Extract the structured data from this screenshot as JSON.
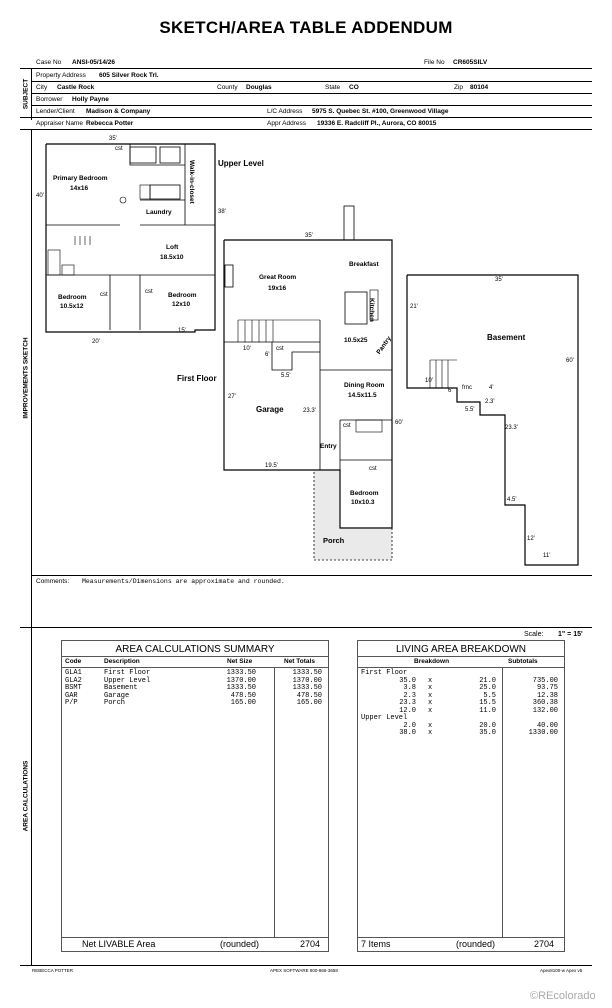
{
  "title": "SKETCH/AREA TABLE ADDENDUM",
  "header": {
    "case_no_label": "Case No",
    "case_no": "ANSI-05/14/26",
    "file_no_label": "File No",
    "file_no": "CR605SILV",
    "property_address_label": "Property Address",
    "property_address": "605 Silver Rock Trl.",
    "city_label": "City",
    "city": "Castle Rock",
    "county_label": "County",
    "county": "Douglas",
    "state_label": "State",
    "state": "CO",
    "zip_label": "Zip",
    "zip": "80104",
    "borrower_label": "Borrower",
    "borrower": "Holly Payne",
    "lender_label": "Lender/Client",
    "lender": "Madison & Company",
    "lc_address_label": "L/C Address",
    "lc_address": "5975 S. Quebec St. #100, Greenwood Village",
    "appraiser_label": "Appraiser Name",
    "appraiser": "Rebecca Potter",
    "appr_address_label": "Appr Address",
    "appr_address": "19336 E. Radcliff Pl., Aurora, CO 80015"
  },
  "sidebar": {
    "subject": "SUBJECT",
    "sketch": "IMPROVEMENTS SKETCH",
    "area": "AREA CALCULATIONS"
  },
  "sketch": {
    "upper_level_label": "Upper Level",
    "first_floor_label": "First Floor",
    "rooms": {
      "primary_bedroom": "Primary Bedroom",
      "primary_bedroom_size": "14x16",
      "walk_in_closet": "Walk-in-closet",
      "laundry": "Laundry",
      "loft": "Loft",
      "loft_size": "18.5x10",
      "bedroom_a": "Bedroom",
      "bedroom_a_size": "10.5x12",
      "bedroom_b": "Bedroom",
      "bedroom_b_size": "12x10",
      "great_room": "Great Room",
      "great_room_size": "19x16",
      "breakfast": "Breakfast",
      "kitchen": "Kitchen",
      "nook_size": "10.5x25",
      "pantry": "Pantry",
      "dining_room": "Dining Room",
      "dining_room_size": "14.5x11.5",
      "garage": "Garage",
      "entry": "Entry",
      "bedroom_c": "Bedroom",
      "bedroom_c_size": "10x10.3",
      "porch": "Porch",
      "basement": "Basement",
      "frnc": "frnc",
      "cst": "cst"
    },
    "dims": {
      "d35_top": "35'",
      "d40": "40'",
      "d38": "38'",
      "d15": "15'",
      "d20": "20'",
      "d35_mid": "35'",
      "d10": "10'",
      "d6": "6'",
      "d5_5": "5.5'",
      "d27": "27'",
      "d23_3": "23.3'",
      "d19_5": "19.5'",
      "d60": "60'",
      "b35": "35'",
      "b21": "21'",
      "b60": "60'",
      "b10": "10'",
      "b6": "6'",
      "b4": "4'",
      "b2_3": "2.3'",
      "b5_5": "5.5'",
      "b23_3": "23.3'",
      "b4_5": "4.5'",
      "b12": "12'",
      "b11": "11'"
    }
  },
  "comments": {
    "label": "Comments:",
    "text": "Measurements/Dimensions are approximate and rounded."
  },
  "scale": {
    "label": "Scale:",
    "value": "1\" = 15'"
  },
  "area_summary": {
    "title": "AREA CALCULATIONS SUMMARY",
    "headers": [
      "Code",
      "Description",
      "Net Size",
      "Net Totals"
    ],
    "rows": [
      [
        "GLA1",
        "First Floor",
        "1333.50",
        "1333.50"
      ],
      [
        "GLA2",
        "Upper Level",
        "1370.00",
        "1370.00"
      ],
      [
        "BSMT",
        "Basement",
        "1333.50",
        "1333.50"
      ],
      [
        "GAR",
        "Garage",
        "478.50",
        "478.50"
      ],
      [
        "P/P",
        "Porch",
        "165.00",
        "165.00"
      ]
    ],
    "footer_label": "Net LIVABLE Area",
    "footer_rounded": "(rounded)",
    "footer_value": "2704"
  },
  "living_breakdown": {
    "title": "LIVING AREA BREAKDOWN",
    "headers": [
      "Breakdown",
      "Subtotals"
    ],
    "rows": [
      {
        "kind": "section",
        "label": "First Floor"
      },
      {
        "kind": "row",
        "a": "35.0",
        "b": "21.0",
        "sub": "735.00"
      },
      {
        "kind": "row",
        "a": "3.8",
        "b": "25.0",
        "sub": "93.75"
      },
      {
        "kind": "row",
        "a": "2.3",
        "b": "5.5",
        "sub": "12.38"
      },
      {
        "kind": "row",
        "a": "23.3",
        "b": "15.5",
        "sub": "360.38"
      },
      {
        "kind": "row",
        "a": "12.0",
        "b": "11.0",
        "sub": "132.00"
      },
      {
        "kind": "section",
        "label": "Upper Level"
      },
      {
        "kind": "row",
        "a": "2.0",
        "b": "20.0",
        "sub": "40.00"
      },
      {
        "kind": "row",
        "a": "38.0",
        "b": "35.0",
        "sub": "1330.00"
      }
    ],
    "times": "x",
    "footer_items": "7 Items",
    "footer_rounded": "(rounded)",
    "footer_value": "2704"
  },
  "footer": {
    "left": "REBECCA POTTER",
    "center": "APEX SOFTWARE 800-866-3658",
    "right": "Apex8100-w Apex v5",
    "watermark": "©REcolorado"
  }
}
